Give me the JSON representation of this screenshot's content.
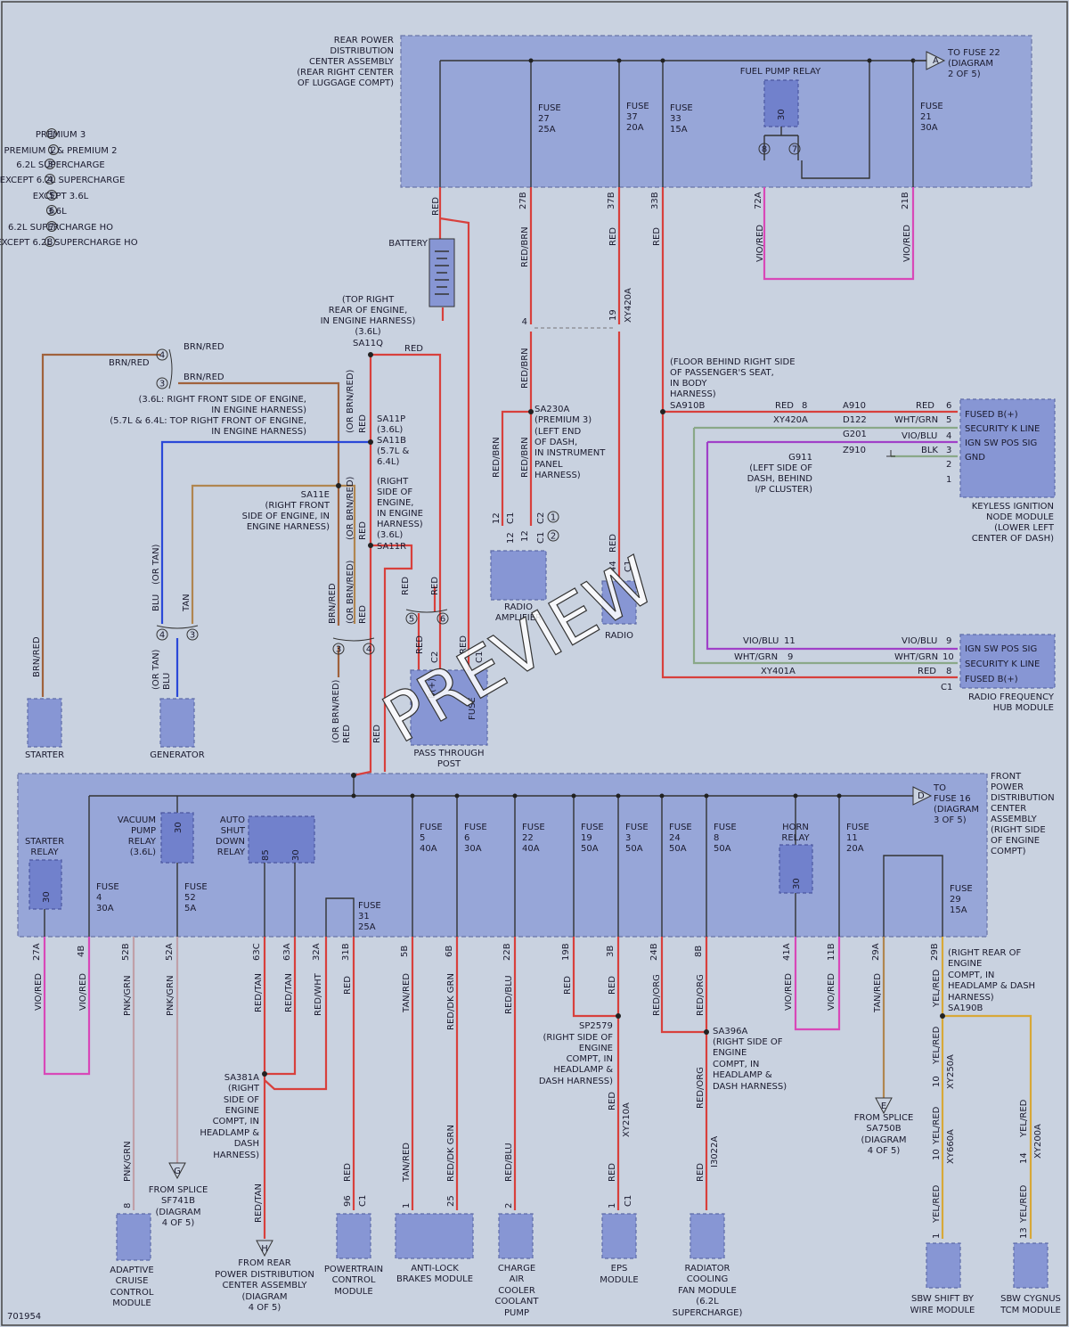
{
  "colors": {
    "red": "#d8403c",
    "brown": "#a0623c",
    "tan": "#b08650",
    "blue": "#2a48d8",
    "magenta": "#d848b8",
    "violet": "#a040c8",
    "green": "#8aa888",
    "yellow": "#d8a838",
    "pink": "#c0a0a8",
    "bg": "#c9d2e0",
    "block": "#97a6d8"
  },
  "watermark": "PREVIEW",
  "diagram_id": "701954",
  "legend": [
    {
      "num": "1",
      "label": "PREMIUM 3"
    },
    {
      "num": "2",
      "label": "PREMIUM 1 & PREMIUM 2"
    },
    {
      "num": "3",
      "label": "6.2L SUPERCHARGE"
    },
    {
      "num": "4",
      "label": "EXCEPT 6.2L SUPERCHARGE"
    },
    {
      "num": "5",
      "label": "EXCEPT 3.6L"
    },
    {
      "num": "6",
      "label": "3.6L"
    },
    {
      "num": "7",
      "label": "6.2L SUPERCHARGE HO"
    },
    {
      "num": "8",
      "label": "EXCEPT 6.2L SUPERCHARGE HO"
    }
  ],
  "rear_pdc": {
    "title": [
      "REAR POWER",
      "DISTRIBUTION",
      "CENTER ASSEMBLY",
      "(REAR RIGHT CENTER",
      "OF LUGGAGE COMPT)"
    ],
    "fuses": [
      [
        "FUSE",
        "27",
        "25A"
      ],
      [
        "FUSE",
        "37",
        "20A"
      ],
      [
        "FUSE",
        "33",
        "15A"
      ],
      [
        "FUSE",
        "21",
        "30A"
      ]
    ],
    "fuel_relay": "FUEL PUMP RELAY",
    "relay_pin": "30",
    "pins_78": [
      "8",
      "7"
    ],
    "to_fuse": [
      "TO FUSE 22",
      "(DIAGRAM",
      "2 OF 5)"
    ],
    "flag": "A",
    "cavities": [
      "27B",
      "37B",
      "33B",
      "72A",
      "21B"
    ]
  },
  "front_pdc": {
    "title": [
      "FRONT",
      "POWER",
      "DISTRIBUTION",
      "CENTER",
      "ASSEMBLY",
      "(RIGHT SIDE",
      "OF ENGINE",
      "COMPT)"
    ],
    "to_fuse": [
      "TO",
      "FUSE 16",
      "(DIAGRAM",
      "3 OF 5)"
    ],
    "flag": "D",
    "starter_relay": [
      "STARTER",
      "RELAY"
    ],
    "vacuum_relay": [
      "VACUUM",
      "PUMP",
      "RELAY",
      "(3.6L)"
    ],
    "asd_relay": [
      "AUTO",
      "SHUT",
      "DOWN",
      "RELAY"
    ],
    "horn_relay": [
      "HORN",
      "RELAY"
    ],
    "fuses": [
      [
        "FUSE",
        "4",
        "30A"
      ],
      [
        "FUSE",
        "52",
        "5A"
      ],
      [
        "FUSE",
        "31",
        "25A"
      ],
      [
        "FUSE",
        "5",
        "40A"
      ],
      [
        "FUSE",
        "6",
        "30A"
      ],
      [
        "FUSE",
        "22",
        "40A"
      ],
      [
        "FUSE",
        "19",
        "50A"
      ],
      [
        "FUSE",
        "3",
        "50A"
      ],
      [
        "FUSE",
        "24",
        "50A"
      ],
      [
        "FUSE",
        "8",
        "50A"
      ],
      [
        "FUSE",
        "11",
        "20A"
      ],
      [
        "FUSE",
        "29",
        "15A"
      ]
    ],
    "pins": [
      "30",
      "85"
    ],
    "cavities": [
      "27A",
      "4B",
      "52B",
      "52A",
      "63C",
      "63A",
      "32A",
      "31B",
      "5B",
      "6B",
      "22B",
      "19B",
      "3B",
      "24B",
      "8B",
      "41A",
      "11B",
      "29A",
      "29B"
    ]
  },
  "wire_colors": {
    "red": "RED",
    "red_brn": "RED/BRN",
    "vio_red": "VIO/RED",
    "brn_red": "BRN/RED",
    "or_brn_red": "(OR BRN/RED)",
    "blu": "BLU",
    "or_tan": "(OR TAN)",
    "tan": "TAN",
    "pnk_grn": "PNK/GRN",
    "red_tan": "RED/TAN",
    "red_wht": "RED/WHT",
    "tan_red": "TAN/RED",
    "red_dk_grn": "RED/DK GRN",
    "red_blu": "RED/BLU",
    "red_org": "RED/ORG",
    "yel_red": "YEL/RED",
    "vio_blu": "VIO/BLU",
    "wht_grn": "WHT/GRN",
    "blk": "BLK"
  },
  "labels": {
    "battery": "BATTERY",
    "sa11q": [
      "(TOP RIGHT",
      "REAR OF ENGINE,",
      "IN ENGINE HARNESS)",
      "(3.6L)",
      "SA11Q"
    ],
    "sa11p": [
      "SA11P",
      "(3.6L)",
      "SA11B",
      "(5.7L &",
      "6.4L)"
    ],
    "note_36": [
      "(3.6L: RIGHT FRONT SIDE OF ENGINE,",
      "IN ENGINE HARNESS)",
      "(5.7L & 6.4L: TOP RIGHT FRONT OF ENGINE,",
      "IN ENGINE HARNESS)"
    ],
    "sa11e": [
      "SA11E",
      "(RIGHT FRONT",
      "SIDE OF ENGINE, IN",
      "ENGINE HARNESS)"
    ],
    "sa11r": [
      "(RIGHT",
      "SIDE OF",
      "ENGINE,",
      "IN ENGINE",
      "HARNESS)",
      "(3.6L)",
      "SA11R"
    ],
    "sa230a": [
      "SA230A",
      "(PREMIUM 3)",
      "(LEFT END",
      "OF DASH,",
      "IN INSTRUMENT",
      "PANEL",
      "HARNESS)"
    ],
    "sa910b": [
      "(FLOOR BEHIND RIGHT SIDE",
      "OF PASSENGER'S SEAT,",
      "IN BODY",
      "HARNESS)",
      "SA910B"
    ],
    "g911": [
      "G911",
      "(LEFT SIDE OF",
      "DASH, BEHIND",
      "I/P CLUSTER)"
    ],
    "sp2579": [
      "SP2579",
      "(RIGHT SIDE OF",
      "ENGINE",
      "COMPT, IN",
      "HEADLAMP &",
      "DASH HARNESS)"
    ],
    "sa396a": [
      "SA396A",
      "(RIGHT SIDE OF",
      "ENGINE",
      "COMPT, IN",
      "HEADLAMP &",
      "DASH HARNESS)"
    ],
    "sa381a": [
      "SA381A",
      "(RIGHT",
      "SIDE OF",
      "ENGINE",
      "COMPT, IN",
      "HEADLAMP &",
      "DASH",
      "HARNESS)"
    ],
    "sa190b": [
      "(RIGHT REAR OF",
      "ENGINE",
      "COMPT, IN",
      "HEADLAMP & DASH",
      "HARNESS)",
      "SA190B"
    ],
    "splice_g": [
      "FROM SPLICE",
      "SF741B",
      "(DIAGRAM",
      "4 OF 5)"
    ],
    "splice_e": [
      "FROM SPLICE",
      "SA750B",
      "(DIAGRAM",
      "4 OF 5)"
    ],
    "from_rear": [
      "FROM REAR",
      "POWER DISTRIBUTION",
      "CENTER ASSEMBLY",
      "(DIAGRAM",
      "4 OF 5)"
    ],
    "flags": [
      "G",
      "E",
      "H"
    ]
  },
  "connectors": {
    "xy420a": "XY420A",
    "xy401a": "XY401A",
    "xy210a": "XY210A",
    "i3022a": "I3022A",
    "xy250a": "XY250A",
    "xy660a": "XY660A",
    "xy200a": "XY200A",
    "a910": "A910",
    "d122": "D122",
    "g201": "G201",
    "z910": "Z910",
    "c1": "C1",
    "c2": "C2",
    "fuse": "FUSE",
    "b_plus": "B(+)",
    "pins": {
      "p4": "4",
      "p19": "19",
      "p12": "12",
      "p44": "44",
      "p8": "8",
      "p6": "6",
      "p5": "5",
      "p3": "3",
      "p2": "2",
      "p1": "1",
      "p11": "11",
      "p9": "9",
      "p10": "10",
      "p96": "96",
      "p25": "25",
      "p14": "14",
      "p13": "13"
    }
  },
  "components": {
    "starter": "STARTER",
    "generator": "GENERATOR",
    "pass_through": [
      "PASS THROUGH",
      "POST"
    ],
    "radio_amp": [
      "RADIO",
      "AMPLIFIER"
    ],
    "radio": "RADIO",
    "kin": [
      "KEYLESS IGNITION",
      "NODE MODULE",
      "(LOWER LEFT",
      "CENTER OF DASH)"
    ],
    "kin_pins": [
      "FUSED B(+)",
      "SECURITY K LINE",
      "IGN SW POS SIG",
      "GND"
    ],
    "rfh": [
      "RADIO FREQUENCY",
      "HUB MODULE"
    ],
    "rfh_pins": [
      "IGN SW POS SIG",
      "SECURITY K LINE",
      "FUSED B(+)"
    ],
    "acc": [
      "ADAPTIVE",
      "CRUISE",
      "CONTROL",
      "MODULE"
    ],
    "pcm": [
      "POWERTRAIN",
      "CONTROL",
      "MODULE"
    ],
    "abs": [
      "ANTI-LOCK",
      "BRAKES MODULE"
    ],
    "cac": [
      "CHARGE",
      "AIR",
      "COOLER",
      "COOLANT",
      "PUMP"
    ],
    "eps": [
      "EPS",
      "MODULE"
    ],
    "fan": [
      "RADIATOR",
      "COOLING",
      "FAN MODULE",
      "(6.2L",
      "SUPERCHARGE)"
    ],
    "sbw": [
      "SBW SHIFT BY",
      "WIRE MODULE"
    ],
    "tcm": [
      "SBW CYGNUS",
      "TCM MODULE"
    ]
  }
}
